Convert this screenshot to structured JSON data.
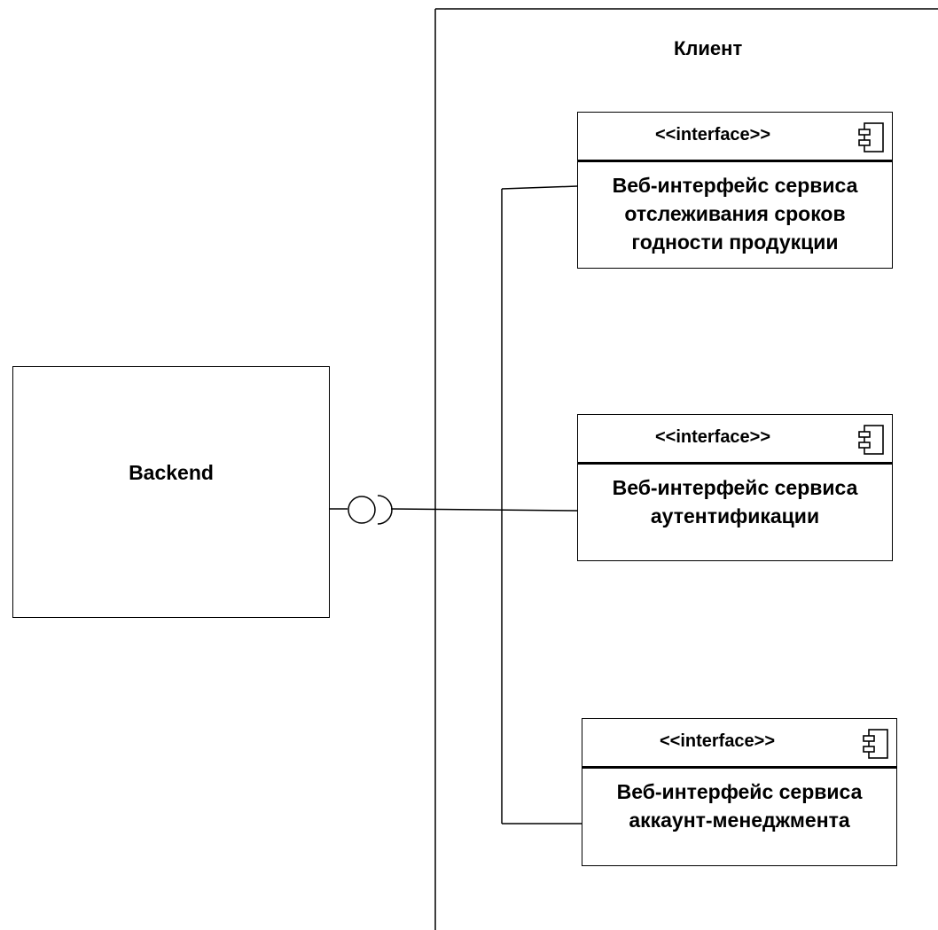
{
  "client": {
    "title": "Клиент"
  },
  "backend": {
    "title": "Backend"
  },
  "components": [
    {
      "stereotype": "<<interface>>",
      "name": "Веб-интерфейс сервиса отслеживания сроков годности продукции",
      "lines": [
        "Веб-интерфейс сервиса",
        "отслеживания сроков",
        "годности продукции"
      ],
      "icon": "component-icon"
    },
    {
      "stereotype": "<<interface>>",
      "name": "Веб-интерфейс сервиса аутентификации",
      "lines": [
        "Веб-интерфейс сервиса",
        "аутентификации"
      ],
      "icon": "component-icon"
    },
    {
      "stereotype": "<<interface>>",
      "name": "Веб-интерфейс сервиса аккаунт-менеджмента",
      "lines": [
        "Веб-интерфейс сервиса",
        "аккаунт-менеджмента"
      ],
      "icon": "component-icon"
    }
  ],
  "connector": {
    "type": "ball-and-socket",
    "icon": "required-provided-interface-icon"
  }
}
